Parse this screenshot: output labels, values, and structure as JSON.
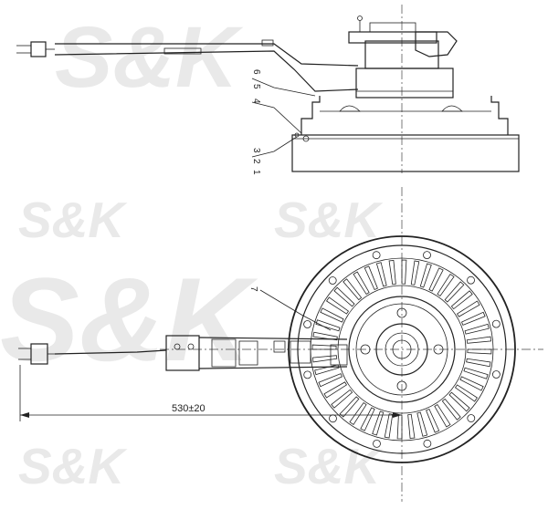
{
  "watermark": {
    "text": "S&K",
    "color": "#e9e9e9"
  },
  "side_view": {
    "callouts": [
      "6",
      "5",
      "4",
      "3",
      "2",
      "1"
    ]
  },
  "front_view": {
    "callout": "7",
    "dimension_label": "530±20"
  },
  "colors": {
    "line": "#222222",
    "background": "#ffffff"
  }
}
